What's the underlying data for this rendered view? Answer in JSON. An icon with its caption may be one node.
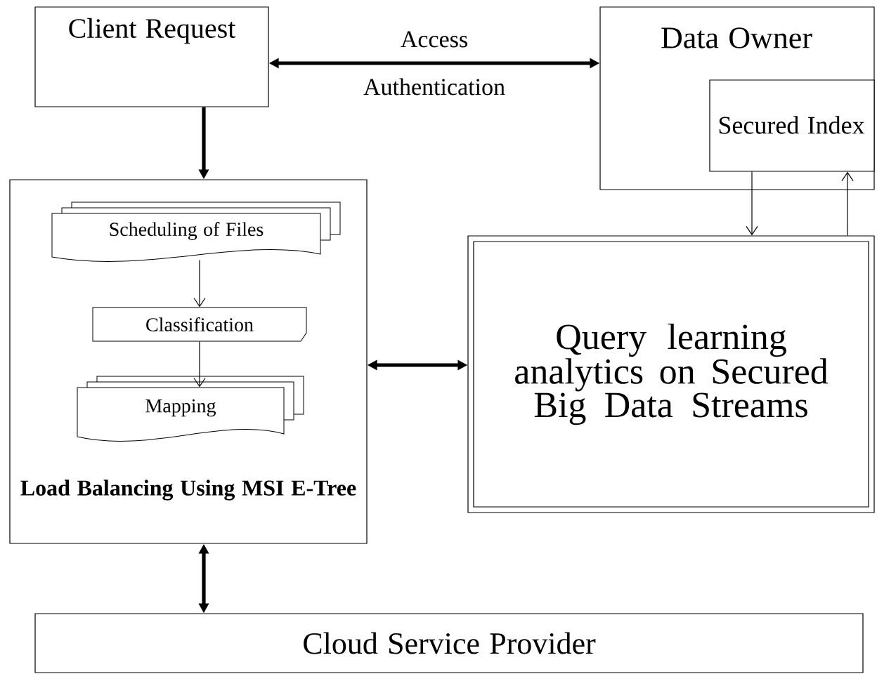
{
  "diagram": {
    "nodes": [
      {
        "text": [
          "Client Request"
        ]
      },
      {
        "text": [
          "Data Owner"
        ]
      },
      {
        "text": [
          "Secured Index"
        ],
        "in": 1
      },
      {
        "text": [
          "Load Balancing Using MSI E-Tree"
        ]
      },
      {
        "text": [
          "Scheduling of Files"
        ],
        "in": 3
      },
      {
        "text": [
          "Classification"
        ],
        "in": 3
      },
      {
        "text": [
          "Mapping"
        ],
        "in": 3
      },
      {
        "text": [
          "Query learning analytics on Secured Big Data Streams"
        ]
      },
      {
        "text": [
          "Cloud Service Provider"
        ]
      }
    ],
    "edges": [
      {
        "from": 0,
        "to": 1,
        "arrow": "both",
        "label": "Access Authentication",
        "style": "thick"
      },
      {
        "from": 0,
        "to": 3,
        "arrow": "to",
        "style": "thick"
      },
      {
        "from": 4,
        "to": 5,
        "arrow": "to"
      },
      {
        "from": 5,
        "to": 6,
        "arrow": "to"
      },
      {
        "from": 3,
        "to": 7,
        "arrow": "both",
        "style": "thick"
      },
      {
        "from": 2,
        "to": 7,
        "arrow": "to"
      },
      {
        "from": 7,
        "to": 2,
        "arrow": "to"
      },
      {
        "from": 3,
        "to": 8,
        "arrow": "both",
        "style": "thick"
      }
    ]
  }
}
